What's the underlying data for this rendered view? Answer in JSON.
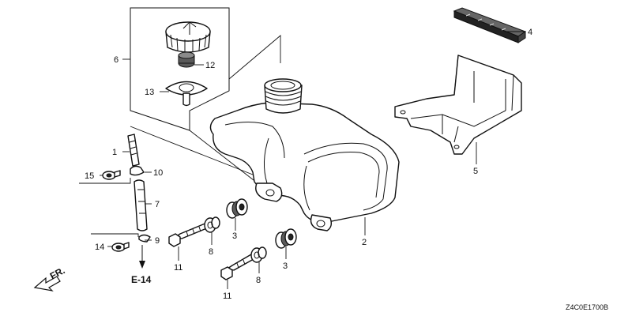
{
  "callouts": {
    "n1": "1",
    "n2": "2",
    "n3a": "3",
    "n3b": "3",
    "n4": "4",
    "n5": "5",
    "n6": "6",
    "n7": "7",
    "n8a": "8",
    "n8b": "8",
    "n9": "9",
    "n10": "10",
    "n11a": "11",
    "n11b": "11",
    "n12": "12",
    "n13": "13",
    "n14": "14",
    "n15": "15"
  },
  "reference": "E-14",
  "front_marker": "FR.",
  "diagram_code": "Z4C0E1700B"
}
